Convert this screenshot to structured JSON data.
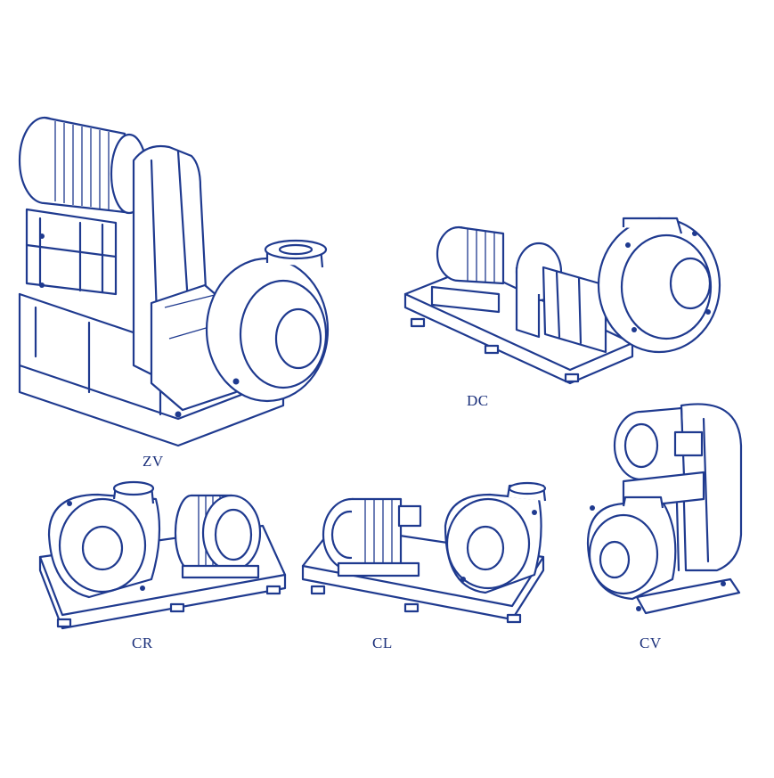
{
  "figure": {
    "pumps": [
      {
        "id": "zv",
        "label": "ZV"
      },
      {
        "id": "dc",
        "label": "DC"
      },
      {
        "id": "cr",
        "label": "CR"
      },
      {
        "id": "cl",
        "label": "CL"
      },
      {
        "id": "cv",
        "label": "CV"
      }
    ],
    "colors": {
      "line": "#1f3a8f",
      "background": "#ffffff"
    }
  }
}
